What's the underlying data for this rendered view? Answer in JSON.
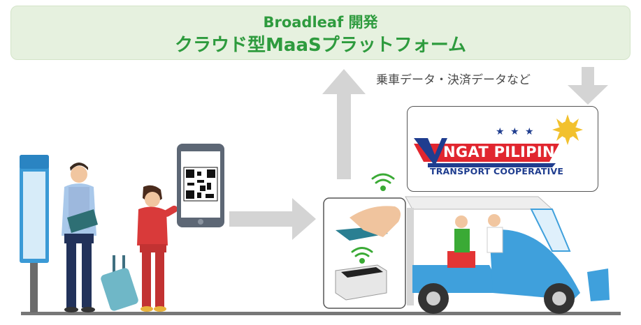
{
  "banner": {
    "line1": "Broadleaf 開発",
    "line2": "クラウド型MaaSプラットフォーム"
  },
  "data_caption": "乗車データ・決済データなど",
  "logo": {
    "name_top": "NGAT PILIPINAS",
    "name_bottom": "TRANSPORT COOPERATIVE",
    "stars": "★ ★ ★"
  },
  "colors": {
    "banner_bg": "#e6f1df",
    "banner_text": "#2e9b3e",
    "arrow": "#d4d4d4",
    "logo_red": "#e1262f",
    "logo_blue": "#1f3d8f",
    "wifi": "#3aaa35",
    "tricycle": "#3fa0dc"
  },
  "icons": [
    "bus-stop-sign-icon",
    "passenger-man-icon",
    "passenger-woman-icon",
    "qr-phone-icon",
    "card-reader-icon",
    "wifi-icon",
    "tricycle-icon",
    "up-arrow-icon",
    "down-arrow-icon",
    "right-arrow-icon"
  ]
}
